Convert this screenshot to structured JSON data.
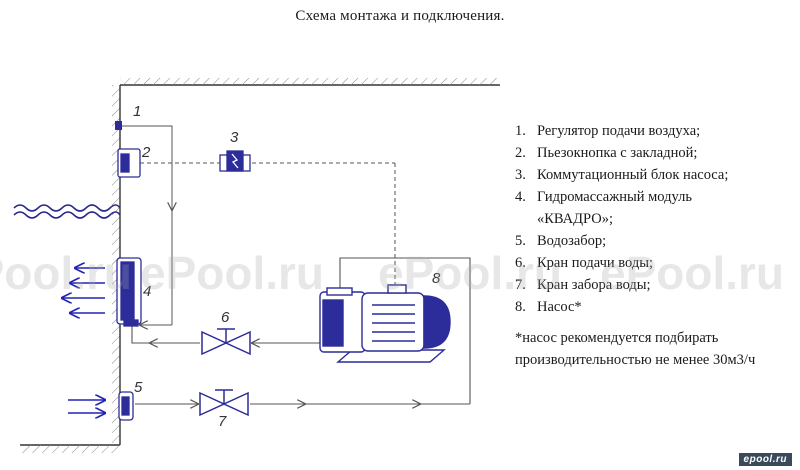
{
  "title": "Схема монтажа и подключения.",
  "diagram": {
    "labels": [
      "1",
      "2",
      "3",
      "4",
      "5",
      "6",
      "7",
      "8"
    ],
    "colors": {
      "component": "#2c2c9a",
      "line": "#555555",
      "wall": "#333333",
      "water": "#2a2a90",
      "arrow": "#2323b4"
    }
  },
  "legend": {
    "items": [
      {
        "num": "1.",
        "text": "Регулятор подачи воздуха;"
      },
      {
        "num": "2.",
        "text": "Пьезокнопка с закладной;"
      },
      {
        "num": "3.",
        "text": "Коммутационный блок насоса;"
      },
      {
        "num": "4.",
        "text": "Гидромассажный модуль «КВАДРО»;"
      },
      {
        "num": "5.",
        "text": "Водозабор;"
      },
      {
        "num": "6.",
        "text": "Кран подачи воды;"
      },
      {
        "num": "7.",
        "text": "Кран забора воды;"
      },
      {
        "num": "8.",
        "text": "Насос*"
      }
    ],
    "note": "*насос рекомендуется подбирать производительностью не менее 30м3/ч"
  },
  "watermark": {
    "text": "ePool.ru"
  },
  "corner_logo": "epool.ru"
}
